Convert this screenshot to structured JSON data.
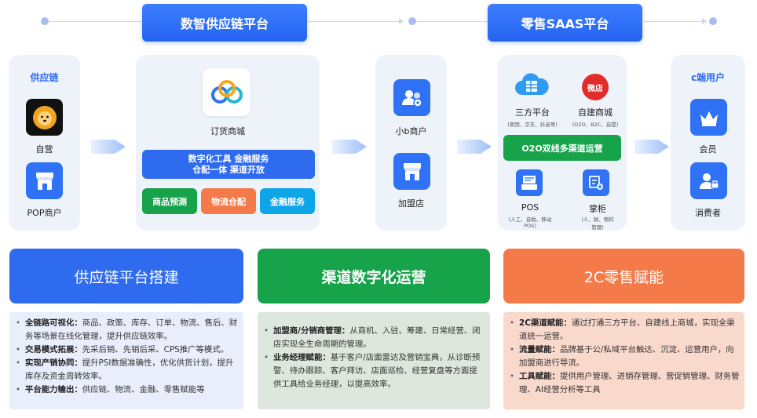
{
  "banners": {
    "left": "数智供应链平台",
    "right": "零售SAAS平台"
  },
  "supply": {
    "title": "供应链",
    "self": "自营",
    "pop": "POP商户"
  },
  "mall": {
    "name": "订货商城",
    "tools_line1": "数字化工具  金融服务",
    "tools_line2": "仓配一体  渠道开放",
    "btn_forecast": "商品预测",
    "btn_logistics": "物流仓配",
    "btn_finance": "金融服务"
  },
  "merchant": {
    "small_b": "小b商户",
    "franchise": "加盟店"
  },
  "retail": {
    "third_party": "三方平台",
    "third_party_sub": "(美团、京东、抖音等)",
    "self_mall": "自建商城",
    "self_mall_sub": "(O2O、B2C、自提)",
    "wechat_icon_text": "微店",
    "o2o": "O2O双线多渠道运营",
    "pos": "POS",
    "pos_sub1": "(人工、自助、移动",
    "pos_sub2": "POS)",
    "cabinet": "掌柜",
    "cabinet_sub1": "(人、财、物的",
    "cabinet_sub2": "管理)"
  },
  "cuser": {
    "title": "c端用户",
    "member": "会员",
    "consumer": "消费者"
  },
  "cards": {
    "c1": "供应链平台搭建",
    "c2": "渠道数字化运营",
    "c3": "2C零售赋能"
  },
  "desc1": {
    "i1_bold": "全链路可视化：",
    "i1_text": "商品、政策、库存、订单、物流、售后、财务等场景在线化管理，提升供应链效率。",
    "i2_bold": "交易模式拓展：",
    "i2_text": "先采后销、先销后采、CPS推广等模式。",
    "i3_bold": "实现产销协同：",
    "i3_text": "提升PSI数据准确性，优化供货计划，提升库存及资金周转效率。",
    "i4_bold": "平台能力输出：",
    "i4_text": "供应链、物流、金融、零售赋能等"
  },
  "desc2": {
    "i1_bold": "加盟商/分销商管理：",
    "i1_text": "从商机、入驻、筹建、日常经营、闭店实现全生命周期的管理。",
    "i2_bold": "业务经理赋能：",
    "i2_text": "基于客户/店面雷达及营销宝典，从诊断预警、待办跟踪、客户拜访、店面巡检、经营复盘等方面提供工具给业务经理，以提高效率。"
  },
  "desc3": {
    "i1_bold": "2C渠道赋能：",
    "i1_text": "通过打通三方平台、自建线上商城，实现全渠道统一运营。",
    "i2_bold": "流量赋能：",
    "i2_text": "品牌基于公/私域平台触达、沉淀、运营用户，向加盟商进行导流。",
    "i3_bold": "工具赋能：",
    "i3_text": "提供用户管理、进销存管理、营促销管理、财务管理、AI经营分析等工具"
  },
  "colors": {
    "blue": "#2f6bef",
    "green": "#16a34a",
    "orange": "#f47a4a",
    "cyan": "#0ea5e9"
  }
}
